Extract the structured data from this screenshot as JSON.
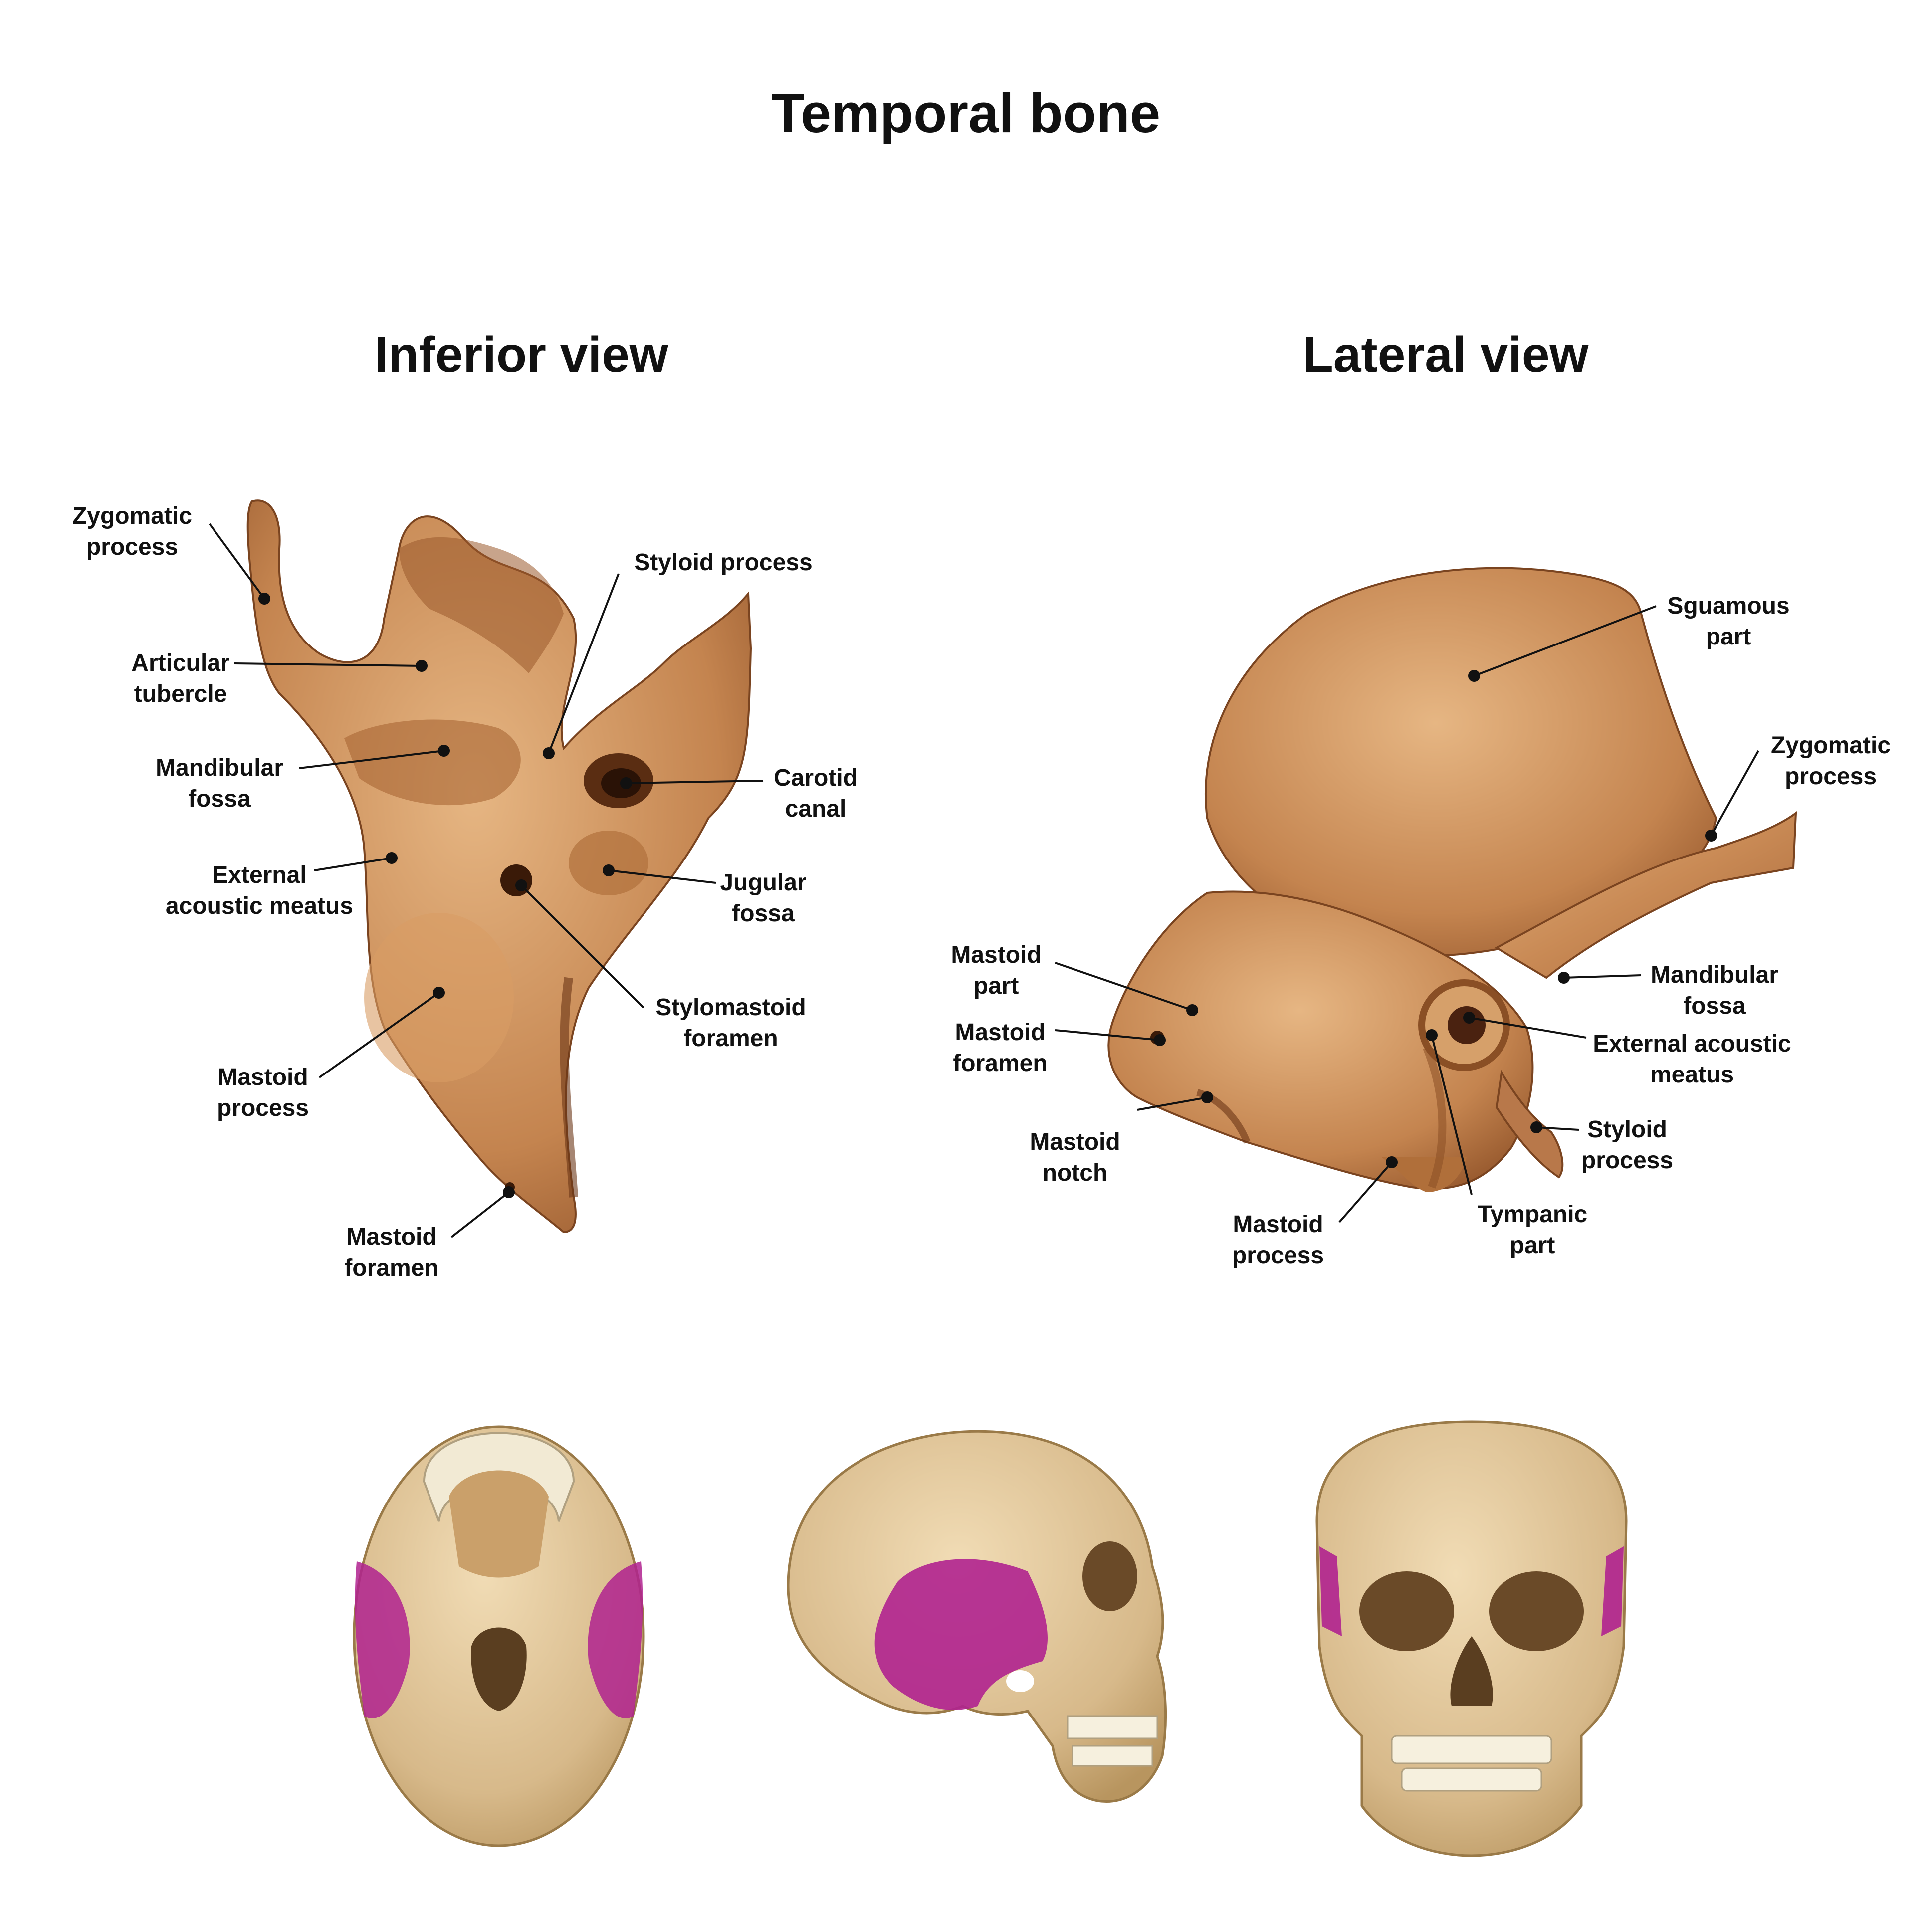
{
  "title": "Temporal bone",
  "views": [
    {
      "heading": "Inferior view",
      "labels": [
        [
          "Zygomatic",
          "process"
        ],
        [
          "Articular",
          "tubercle"
        ],
        [
          "Mandibular",
          "fossa"
        ],
        [
          "External",
          "acoustic meatus"
        ],
        [
          "Mastoid",
          "process"
        ],
        [
          "Mastoid",
          "foramen"
        ],
        [
          "Styloid process"
        ],
        [
          "Carotid",
          "canal"
        ],
        [
          "Jugular",
          "fossa"
        ],
        [
          "Stylomastoid",
          "foramen"
        ]
      ]
    },
    {
      "heading": "Lateral view",
      "labels": [
        [
          "Sguamous",
          "part"
        ],
        [
          "Zygomatic",
          "process"
        ],
        [
          "Mandibular",
          "fossa"
        ],
        [
          "External acoustic",
          "meatus"
        ],
        [
          "Styloid",
          "process"
        ],
        [
          "Tympanic",
          "part"
        ],
        [
          "Mastoid",
          "process"
        ],
        [
          "Mastoid",
          "notch"
        ],
        [
          "Mastoid",
          "foramen"
        ],
        [
          "Mastoid",
          "part"
        ]
      ]
    }
  ],
  "colors": {
    "bone": "#c98a55",
    "bone_dark": "#8a4f25",
    "bone_light": "#e2b07c",
    "skull": "#d7b98a",
    "highlight": "#b0228f",
    "text": "#111111"
  },
  "icons": [
    "skull-inferior-icon",
    "skull-lateral-icon",
    "skull-front-icon"
  ]
}
